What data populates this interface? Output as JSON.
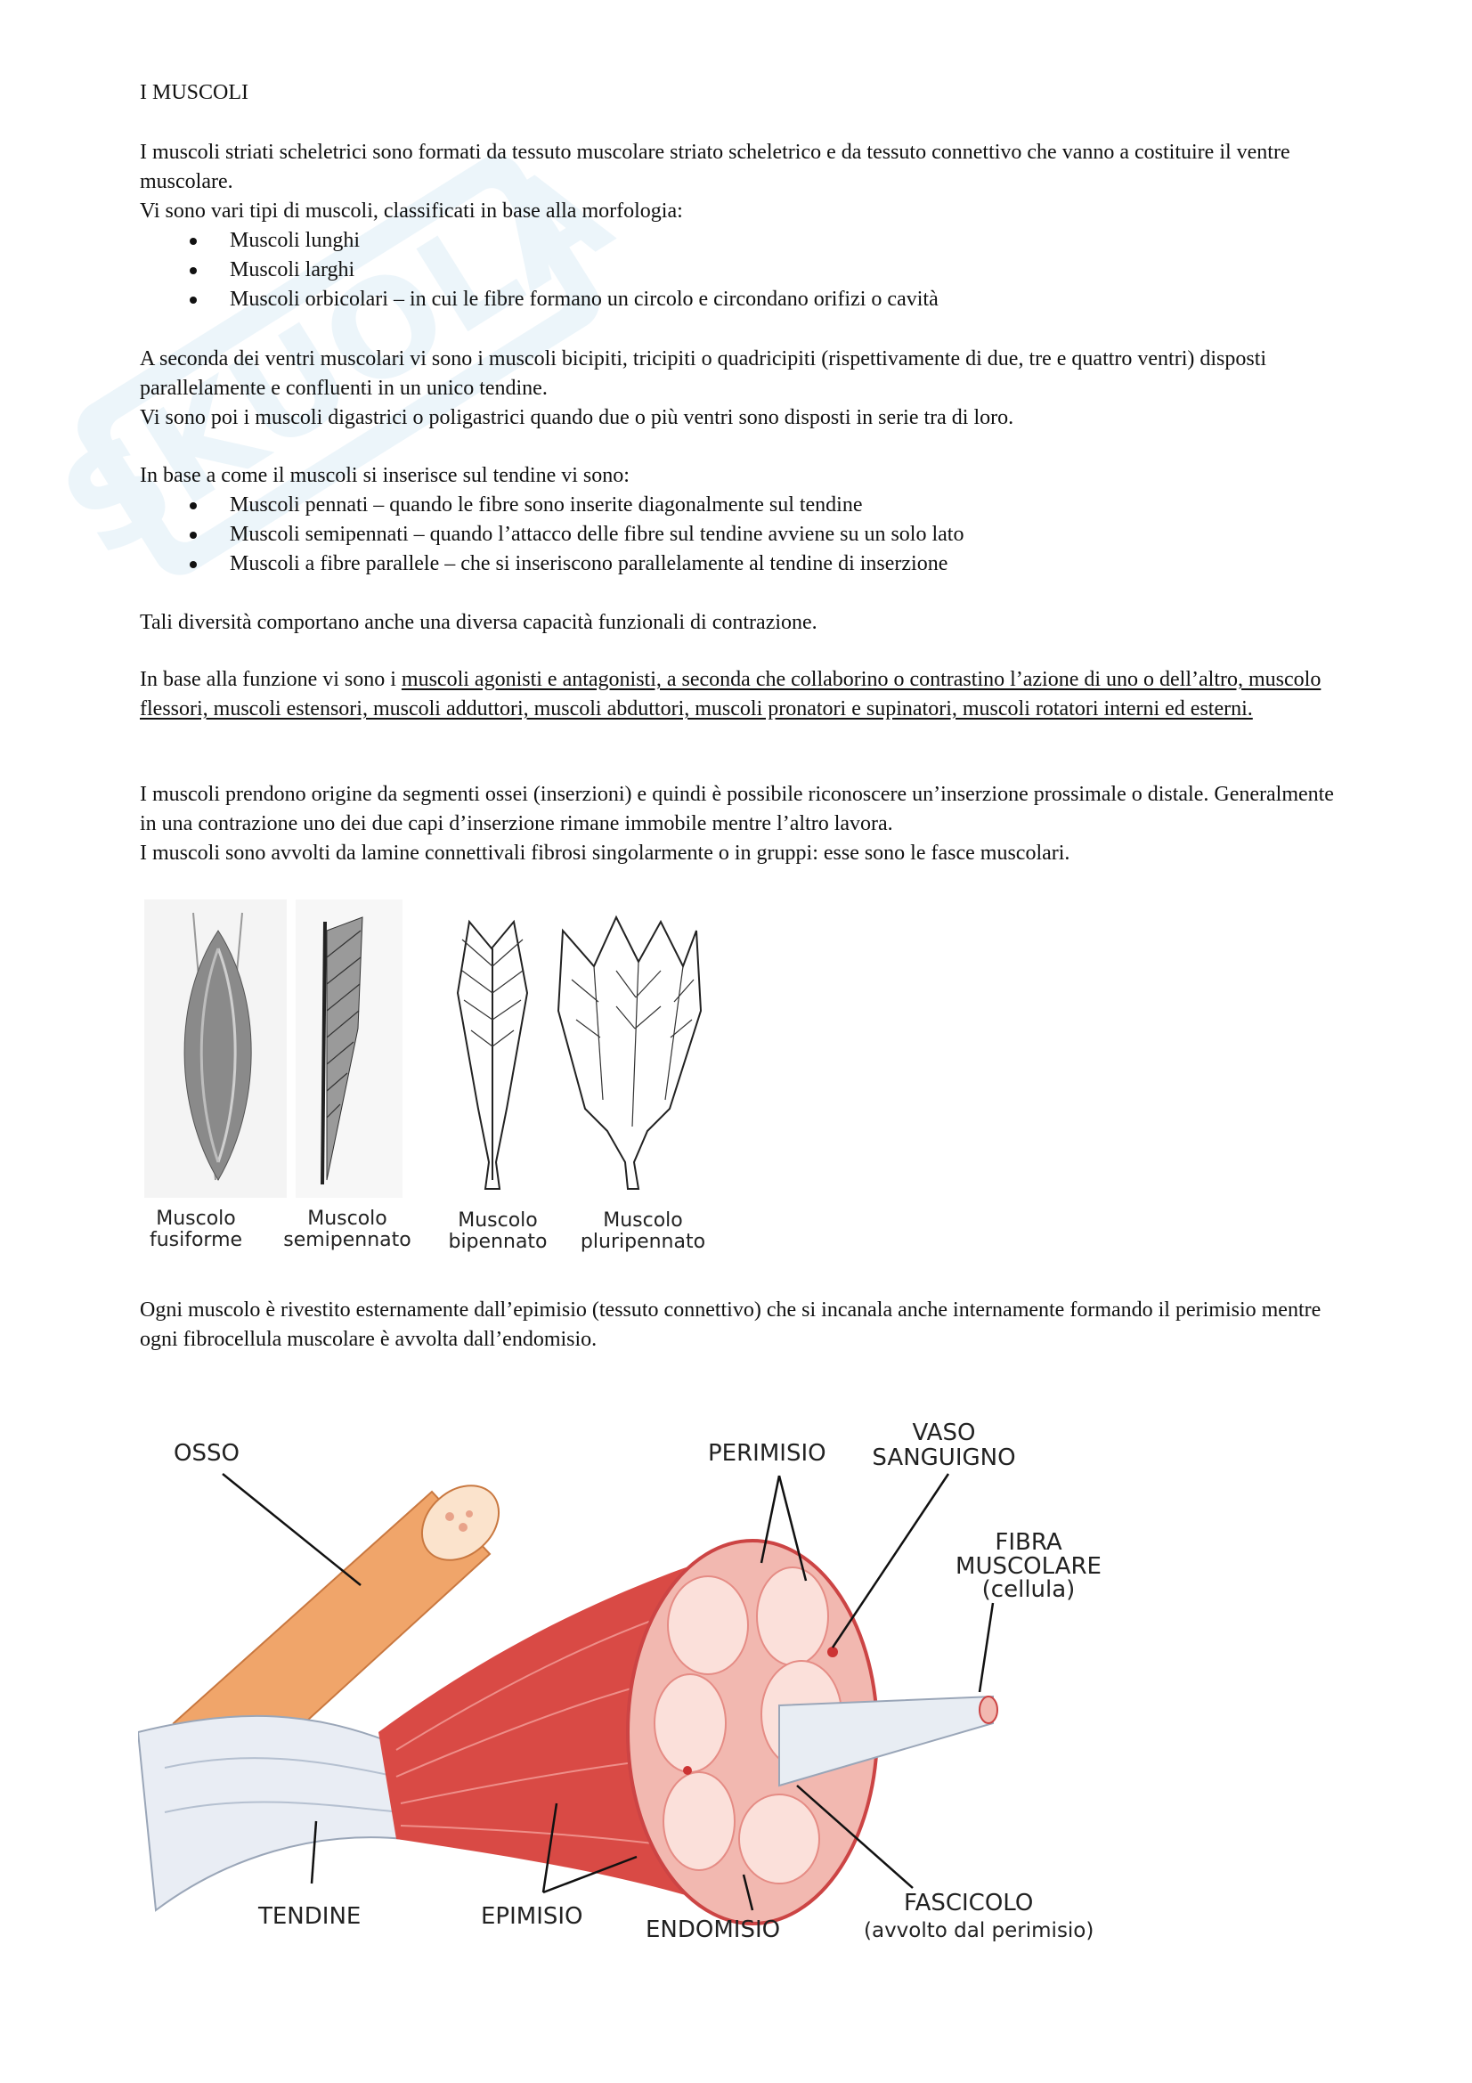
{
  "title": "I MUSCOLI",
  "paragraphs": {
    "p1": "I muscoli striati scheletrici sono formati da tessuto muscolare striato scheletrico e da tessuto connettivo che vanno a costituire il ventre muscolare.",
    "p2": "Vi sono vari tipi di muscoli, classificati in base alla morfologia:",
    "list1": [
      "Muscoli lunghi",
      "Muscoli larghi",
      "Muscoli orbicolari – in cui le fibre formano un circolo e circondano orifizi o cavità"
    ],
    "p3": "A seconda dei ventri muscolari vi sono i muscoli bicipiti, tricipiti o quadricipiti (rispettivamente di due, tre e quattro ventri) disposti parallelamente e confluenti in un unico tendine.",
    "p4": "Vi sono poi i muscoli digastrici o poligastrici quando due o più ventri sono disposti in serie tra di loro.",
    "p5": "In base a come il muscoli si inserisce sul tendine vi sono:",
    "list2": [
      "Muscoli pennati – quando le fibre sono inserite diagonalmente sul tendine",
      "Muscoli semipennati – quando l’attacco delle fibre sul tendine avviene su un solo lato",
      "Muscoli a fibre parallele – che si inseriscono parallelamente al tendine di inserzione"
    ],
    "p6": "Tali diversità comportano anche una diversa capacità funzionali di contrazione.",
    "p7_pre": "In base alla funzione vi sono i ",
    "p7_u": "muscoli agonisti e antagonisti, a seconda che collaborino o contrastino l’azione di uno o dell’altro, muscolo flessori, muscoli estensori, muscoli adduttori, muscoli abduttori, muscoli pronatori e supinatori, muscoli rotatori interni ed esterni.",
    "p8": "I muscoli prendono origine da segmenti ossei (inserzioni) e quindi è possibile riconoscere un’inserzione prossimale o distale. Generalmente in una contrazione uno dei due capi d’inserzione rimane immobile mentre l’altro lavora.",
    "p9": "I muscoli sono avvolti da lamine connettivali fibrosi singolarmente o in gruppi: esse sono le fasce muscolari.",
    "p10": "Ogni muscolo è rivestito esternamente dall’epimisio (tessuto connettivo) che si incanala anche internamente formando il perimisio mentre ogni fibrocellula muscolare è avvolta dall’endomisio."
  },
  "figure1": {
    "labels": [
      [
        "Muscolo",
        "fusiforme"
      ],
      [
        "Muscolo",
        "semipennato"
      ],
      [
        "Muscolo",
        "bipennato"
      ],
      [
        "Muscolo",
        "pluripennato"
      ]
    ]
  },
  "figure2": {
    "osso": "OSSO",
    "perimisio": "PERIMISIO",
    "vaso_1": "VASO",
    "vaso_2": "SANGUIGNO",
    "fibra_1": "FIBRA",
    "fibra_2": "MUSCOLARE",
    "fibra_3": "(cellula)",
    "tendine": "TENDINE",
    "epimisio": "EPIMISIO",
    "endomisio": "ENDOMISIO",
    "fascicolo_1": "FASCICOLO",
    "fascicolo_2": "(avvolto dal perimisio)"
  },
  "colors": {
    "muscle": "#d94a45",
    "muscle_light": "#f2b8b0",
    "bone": "#f0a56a",
    "tendon": "#e9edf4",
    "watermark": "#8fc3e3"
  }
}
